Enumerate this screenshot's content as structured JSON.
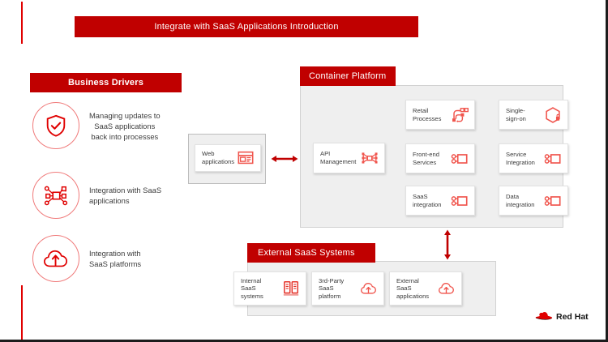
{
  "slide": {
    "title": "Integrate with SaaS Applications Introduction",
    "brand_red": "#c00000",
    "accent_red": "#e00000",
    "panel_grey": "#efefef"
  },
  "business_drivers": {
    "header": "Business Drivers",
    "items": [
      {
        "icon": "shield-check-icon",
        "text": "Managing updates to\nSaaS applications\nback into processes"
      },
      {
        "icon": "network-nodes-icon",
        "text": "Integration with SaaS\napplications"
      },
      {
        "icon": "cloud-upload-icon",
        "text": "Integration with\nSaaS platforms"
      }
    ]
  },
  "web_zone": {
    "card": {
      "label": "Web\napplications",
      "icon": "browser-window-icon"
    }
  },
  "container_platform": {
    "header": "Container Platform",
    "api_card": {
      "label": "API\nManagement",
      "icon": "api-mesh-icon"
    },
    "cards": [
      {
        "label": "Retail\nProcesses",
        "icon": "process-flow-icon"
      },
      {
        "label": "Single-\nsign-on",
        "icon": "hexagon-lock-icon"
      },
      {
        "label": "Front-end\nServices",
        "icon": "integration-icon"
      },
      {
        "label": "Service\nIntegration",
        "icon": "integration-icon"
      },
      {
        "label": "SaaS\nintegration",
        "icon": "integration-icon"
      },
      {
        "label": "Data\nintegration",
        "icon": "integration-icon"
      }
    ]
  },
  "external_saas": {
    "header": "External SaaS Systems",
    "cards": [
      {
        "label": "Internal\nSaaS\nsystems",
        "icon": "server-rack-icon"
      },
      {
        "label": "3rd-Party\nSaaS\nplatform",
        "icon": "cloud-upload-icon"
      },
      {
        "label": "External\nSaaS\napplications",
        "icon": "cloud-upload-icon"
      }
    ]
  },
  "connectors": {
    "horizontal": "double-headed-arrow-horizontal",
    "vertical": "double-headed-arrow-vertical"
  },
  "footer": {
    "logo_text": "Red Hat",
    "logo_icon": "red-hat-fedora-icon"
  }
}
